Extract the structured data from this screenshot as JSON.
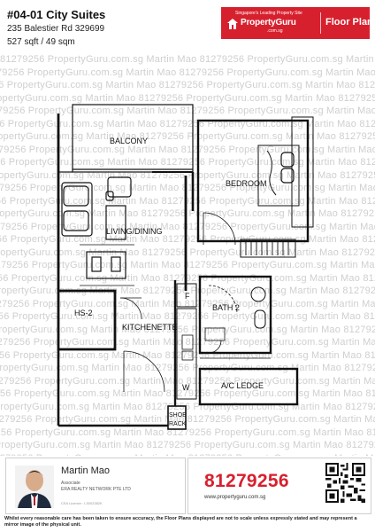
{
  "listing": {
    "unit_title": "#04-01  City Suites",
    "address": "235 Balestier Rd 329699",
    "size": "527 sqft / 49 sqm"
  },
  "brand": {
    "tagline": "Singapore's Leading Property Site",
    "name": "PropertyGuru",
    "domain": ".com.sg",
    "section_label": "Floor Plans",
    "color": "#d7202e"
  },
  "watermark": {
    "text": "81279256 PropertyGuru.com.sg Martin Mao 81279256 PropertyGuru.com.sg Martin Mao 81279256 PropertyGuru.com.sg Martin Mao",
    "rows": 32
  },
  "rooms": {
    "balcony": "BALCONY",
    "bedroom": "BEDROOM",
    "living_dining": "LIVING/DINING",
    "hs2": "HS-2",
    "kitchenette": "KITCHENETTE",
    "bath2": "BATH 2",
    "ac_ledge": "A/C LEDGE",
    "fridge": "F",
    "washer": "W",
    "shoe_rack_1": "SHOE",
    "shoe_rack_2": "RACK"
  },
  "agent": {
    "name": "Martin Mao",
    "role": "Associate",
    "company": "ERA REALTY NETWORK PTE LTD",
    "licence": "CEA Licence : L3002382K",
    "phone": "81279256",
    "site": "www.propertyguru.com.sg"
  },
  "disclaimer": "Whilst every reasonable care has been taken to ensure accuracy, the Floor Plans displayed are not to scale unless expressly stated and may represent a mirror image of the physical unit."
}
